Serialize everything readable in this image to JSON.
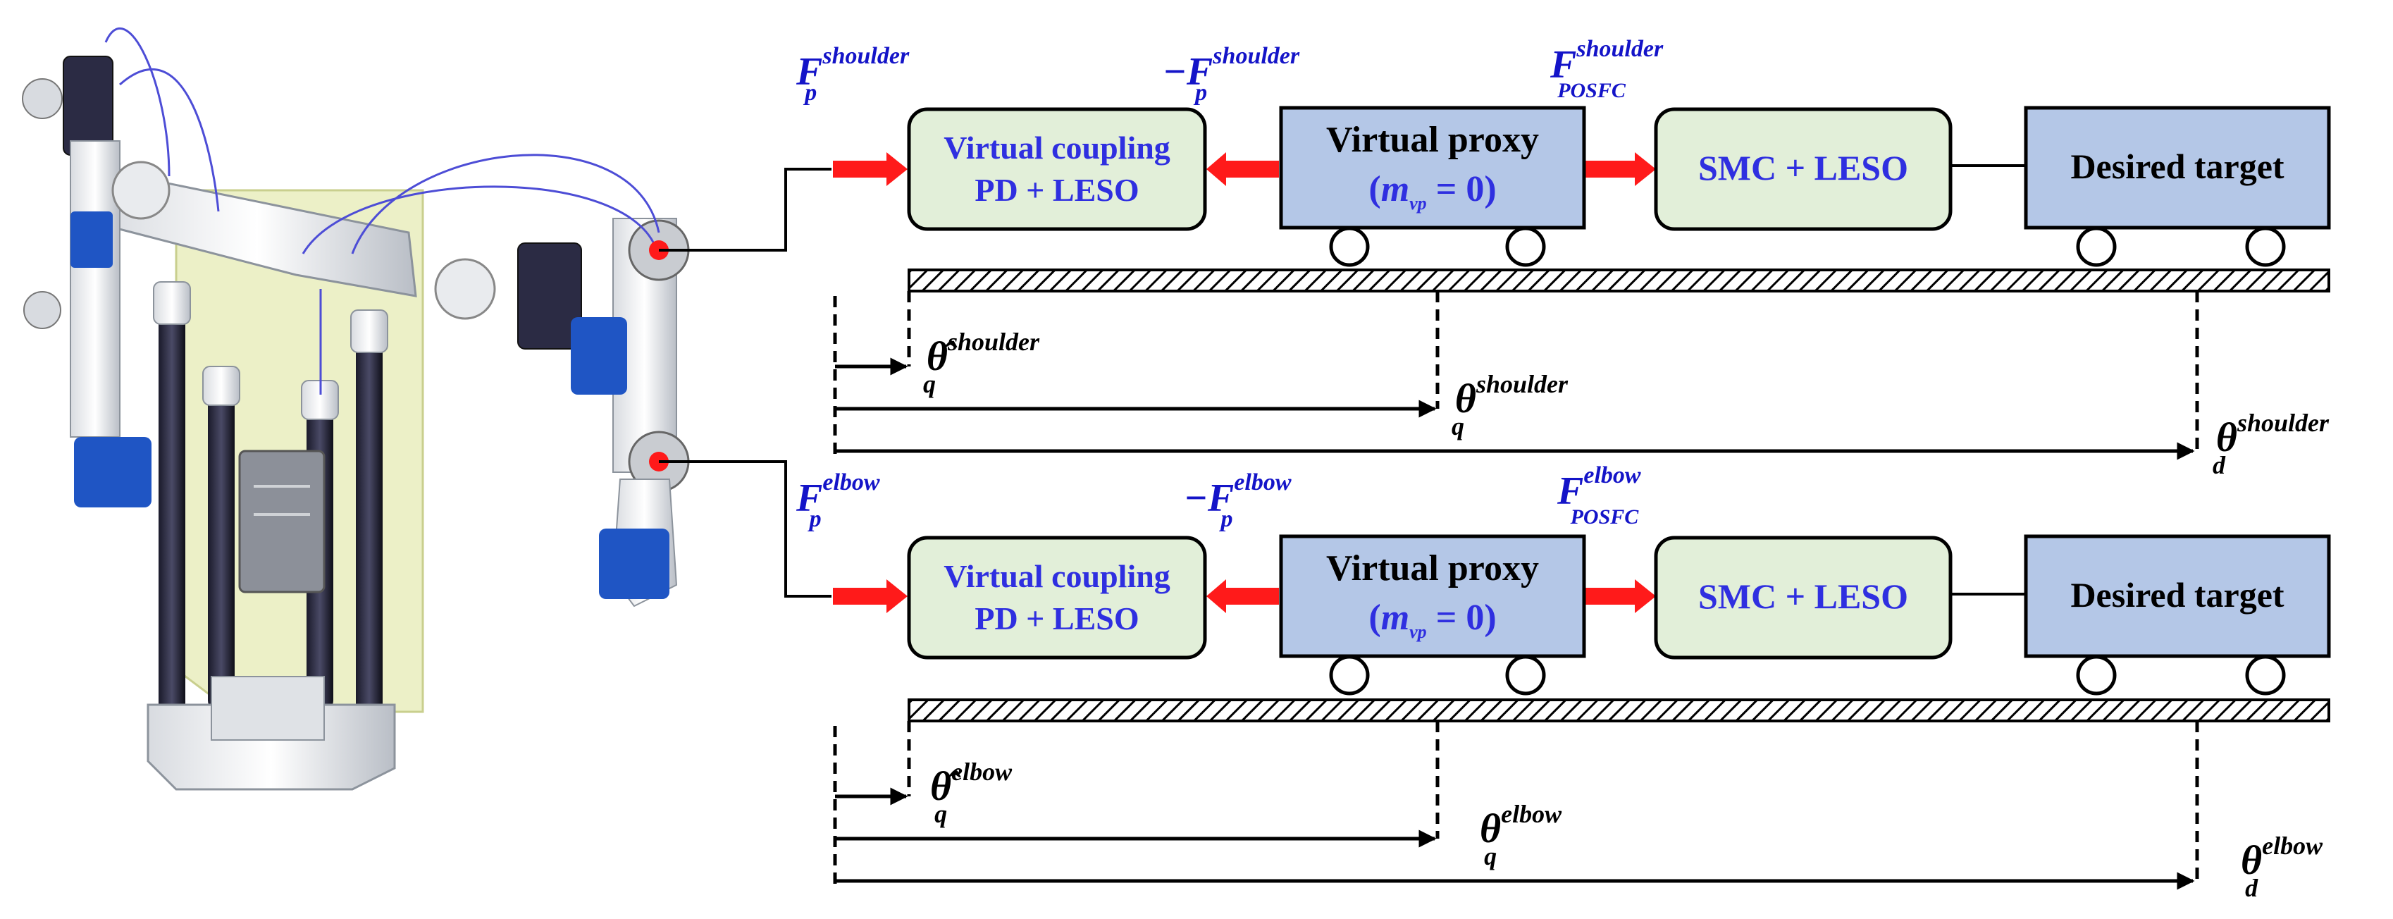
{
  "colors": {
    "green_box": "#E2EFD9",
    "blue_box": "#B4C7E7",
    "blue_text": "#2F2FE0",
    "label_blue": "#1414C8",
    "arrow_red": "#FF1A1A",
    "dark": "#000000"
  },
  "rows": [
    {
      "joint": "shoulder",
      "coupling": {
        "line1": "Virtual coupling",
        "line2": "PD + LESO"
      },
      "proxy": {
        "line1": "Virtual proxy",
        "m": "m",
        "m_sub": "vp",
        "rest": " = 0)",
        "open": "("
      },
      "smc": {
        "label": "SMC + LESO"
      },
      "target": {
        "label": "Desired target"
      },
      "labels": {
        "fp": "F",
        "fp_sub": "p",
        "fp_sup": "shoulder",
        "nfp": "−F",
        "nfp_sub": "p",
        "nfp_sup": "shoulder",
        "fposfc": "F",
        "fposfc_sub": "POSFC",
        "fposfc_sup": "shoulder",
        "theta_hat": "θ̂",
        "theta_hat_sub": "q",
        "theta_hat_sup": "shoulder",
        "theta_q": "θ",
        "theta_q_sub": "q",
        "theta_q_sup": "shoulder",
        "theta_d": "θ",
        "theta_d_sub": "d",
        "theta_d_sup": "shoulder"
      }
    },
    {
      "joint": "elbow",
      "coupling": {
        "line1": "Virtual coupling",
        "line2": "PD + LESO"
      },
      "proxy": {
        "line1": "Virtual proxy",
        "m": "m",
        "m_sub": "vp",
        "rest": " = 0)",
        "open": "("
      },
      "smc": {
        "label": "SMC + LESO"
      },
      "target": {
        "label": "Desired target"
      },
      "labels": {
        "fp": "F",
        "fp_sub": "p",
        "fp_sup": "elbow",
        "nfp": "−F",
        "nfp_sub": "p",
        "nfp_sup": "elbow",
        "fposfc": "F",
        "fposfc_sub": "POSFC",
        "fposfc_sup": "elbow",
        "theta_hat": "θ̂",
        "theta_hat_sub": "q",
        "theta_hat_sup": "elbow",
        "theta_q": "θ",
        "theta_q_sub": "q",
        "theta_q_sup": "elbow",
        "theta_d": "θ",
        "theta_d_sub": "d",
        "theta_d_sup": "elbow"
      }
    }
  ]
}
